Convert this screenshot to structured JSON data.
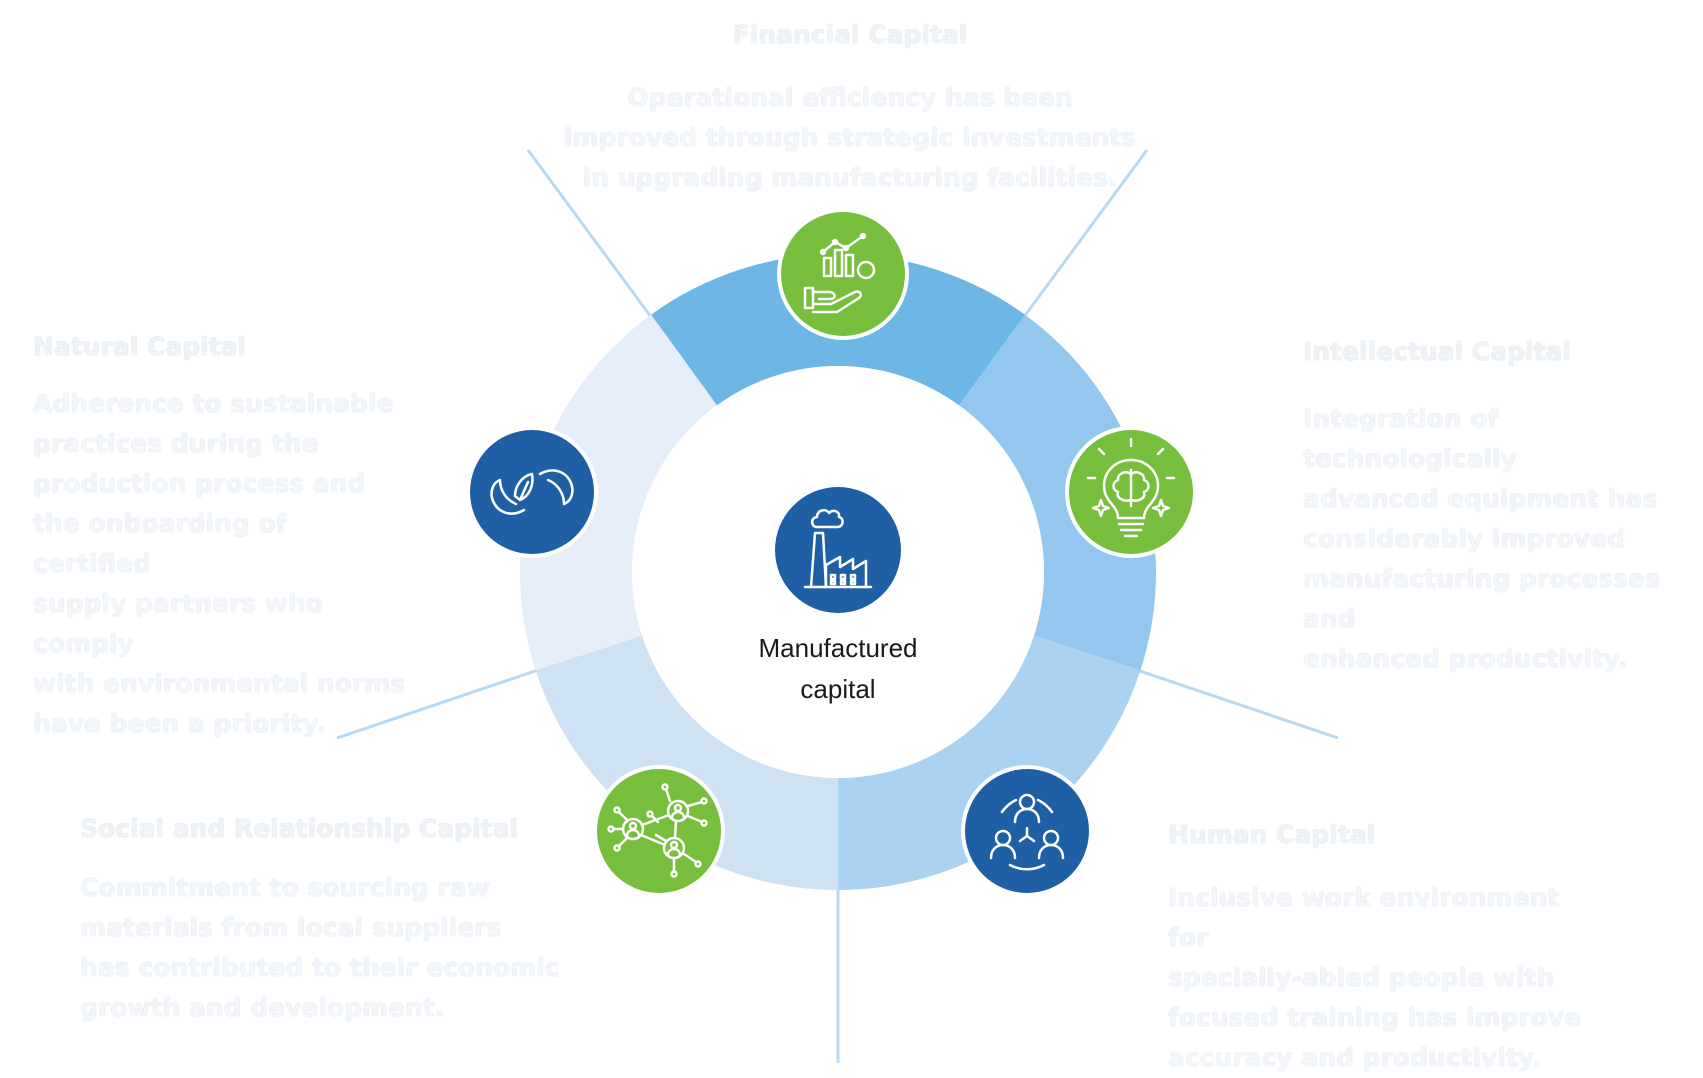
{
  "center": {
    "line1": "Manufactured",
    "line2": "capital",
    "icon": "factory-icon"
  },
  "capitals": [
    {
      "title": "Financial Capital",
      "lines": [
        "Operational efficiency has been",
        "improved through strategic investments",
        "in upgrading manufacturing facilities."
      ],
      "icon": "hand-chart-icon",
      "icon_color": "#76BE3C"
    },
    {
      "title": "Intellectual Capital",
      "lines": [
        "Integration of technologically",
        "advanced equipment has",
        "considerably improved",
        "manufacturing processes and",
        "enhanced productivity."
      ],
      "icon": "lightbulb-brain-icon",
      "icon_color": "#76BE3C"
    },
    {
      "title": "Human Capital",
      "lines": [
        "Inclusive work environment for",
        "specially-abled people with",
        "focused training has improve",
        "accuracy and productivity."
      ],
      "icon": "people-circle-icon",
      "icon_color": "#1F5FA6"
    },
    {
      "title": "Social and Relationship Capital",
      "lines": [
        "Commitment to sourcing raw",
        "materials from local suppliers",
        "has contributed to their economic",
        "growth and development."
      ],
      "icon": "network-people-icon",
      "icon_color": "#76BE3C"
    },
    {
      "title": "Natural Capital",
      "lines": [
        "Adherence to sustainable",
        "practices during the",
        "production process and",
        "the onboarding of certified",
        "supply partners who comply",
        "with environmental norms",
        "have been a priority."
      ],
      "icon": "hands-leaf-icon",
      "icon_color": "#1F5FA6"
    }
  ],
  "colors": {
    "ring_financial": "#6DB6E6",
    "ring_intellectual": "#94C7EE",
    "ring_human": "#ABD2F1",
    "ring_social": "#CFE2F4",
    "ring_natural": "#E6EFF9",
    "line": "#B8D9F0",
    "green": "#76BE3C",
    "blue": "#1F5FA6"
  }
}
